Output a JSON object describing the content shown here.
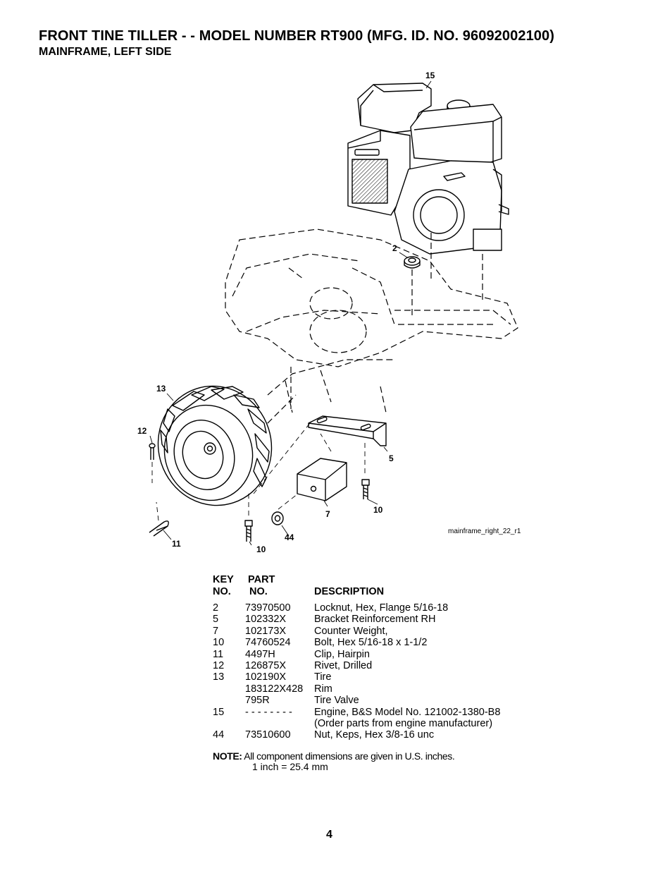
{
  "header": {
    "title": "FRONT TINE TILLER - - MODEL NUMBER RT900 (MFG. ID. NO. 96092002100)",
    "subtitle": "MAINFRAME, LEFT SIDE"
  },
  "diagram": {
    "callouts": [
      "15",
      "2",
      "13",
      "12",
      "5",
      "10",
      "7",
      "44",
      "11",
      "10"
    ],
    "figure_code": "mainframe_right_22_r1"
  },
  "parts_table": {
    "col_key_1": "KEY",
    "col_key_2": "NO.",
    "col_part_1": "PART",
    "col_part_2": "NO.",
    "col_desc": "DESCRIPTION",
    "rows": [
      {
        "key": "2",
        "part": "73970500",
        "desc": "Locknut, Hex, Flange  5/16-18"
      },
      {
        "key": "5",
        "part": "102332X",
        "desc": "Bracket Reinforcement RH"
      },
      {
        "key": "7",
        "part": "102173X",
        "desc": "Counter Weight,"
      },
      {
        "key": "10",
        "part": "74760524",
        "desc": "Bolt, Hex  5/16-18 x 1-1/2"
      },
      {
        "key": "11",
        "part": "4497H",
        "desc": "Clip, Hairpin"
      },
      {
        "key": "12",
        "part": "126875X",
        "desc": "Rivet, Drilled"
      },
      {
        "key": "13",
        "part": "102190X",
        "desc": "Tire"
      },
      {
        "key": "",
        "part": "183122X428",
        "desc": "Rim"
      },
      {
        "key": "",
        "part": "795R",
        "desc": "Tire Valve"
      },
      {
        "key": "15",
        "part": "- - - - - - - -",
        "desc": "Engine, B&S Model No. 121002-1380-B8"
      },
      {
        "key": "",
        "part": "",
        "desc": "(Order parts from engine manufacturer)"
      },
      {
        "key": "44",
        "part": "73510600",
        "desc": "Nut, Keps, Hex 3/8-16 unc"
      }
    ]
  },
  "note": {
    "label": "NOTE:",
    "line1": "All component dimensions are given in U.S. inches.",
    "line2": "1 inch = 25.4 mm"
  },
  "page_number": "4"
}
